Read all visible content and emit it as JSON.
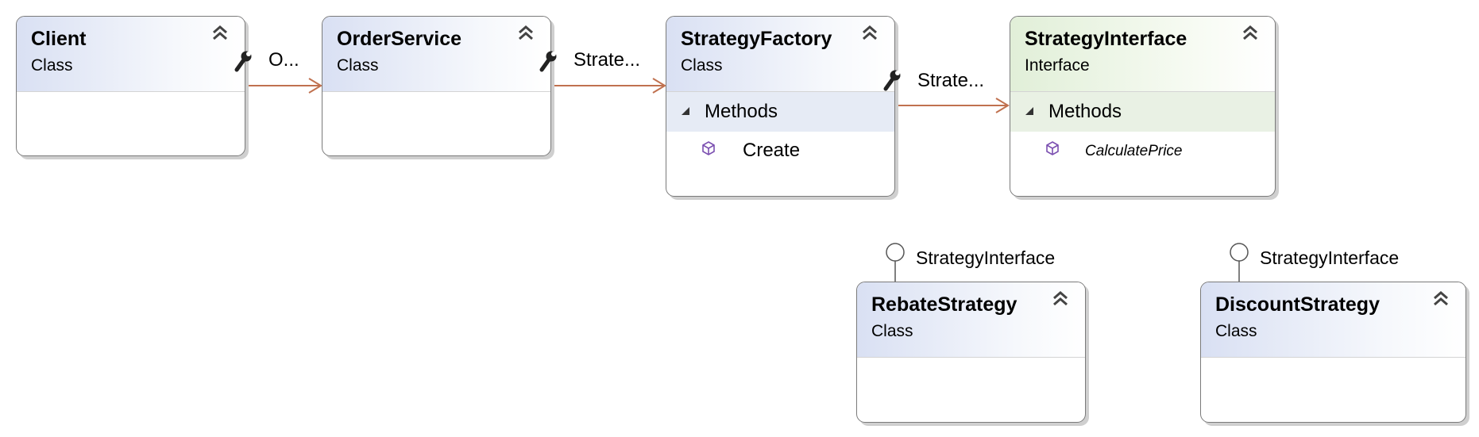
{
  "classes": {
    "client": {
      "name": "Client",
      "kind": "Class"
    },
    "order_service": {
      "name": "OrderService",
      "kind": "Class"
    },
    "strategy_factory": {
      "name": "StrategyFactory",
      "kind": "Class",
      "section": "Methods",
      "members": [
        "Create"
      ]
    },
    "strategy_interface": {
      "name": "StrategyInterface",
      "kind": "Interface",
      "section": "Methods",
      "members": [
        "CalculatePrice"
      ]
    },
    "rebate_strategy": {
      "name": "RebateStrategy",
      "kind": "Class"
    },
    "discount_strategy": {
      "name": "DiscountStrategy",
      "kind": "Class"
    }
  },
  "associations": {
    "client_to_order": "O...",
    "order_to_factory": "Strate...",
    "factory_to_interface": "Strate..."
  },
  "lollipops": {
    "rebate": "StrategyInterface",
    "discount": "StrategyInterface"
  },
  "colors": {
    "class_header": "#d9e0f3",
    "interface_header": "#e1efd8",
    "association_line": "#c0714f",
    "method_icon": "#7b4fb0",
    "border": "#7a7a7a"
  },
  "icons": {
    "collapse": "double-chevron-up-icon",
    "association": "wrench-icon",
    "method": "cube-icon",
    "lollipop": "interface-lollipop-icon"
  }
}
